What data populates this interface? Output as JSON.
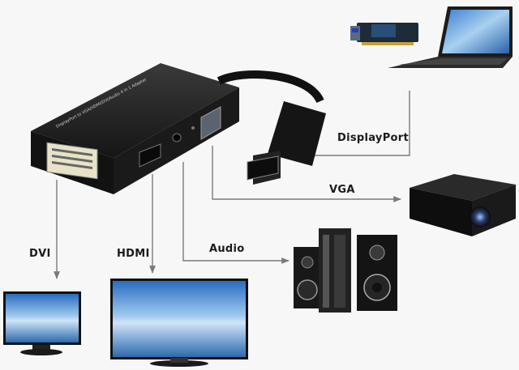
{
  "labels": {
    "displayport": "DisplayPort",
    "vga": "VGA",
    "dvi": "DVI",
    "hdmi": "HDMI",
    "audio": "Audio"
  },
  "adapter_text": "DisplayPort to VGA/HDMI/DVI/Audio 4 in 1 Adapter",
  "colors": {
    "arrow": "#7a7a7a",
    "adapter": "#1c1c1c",
    "sky": "#4a90d0",
    "water": "#2f6fb0"
  }
}
